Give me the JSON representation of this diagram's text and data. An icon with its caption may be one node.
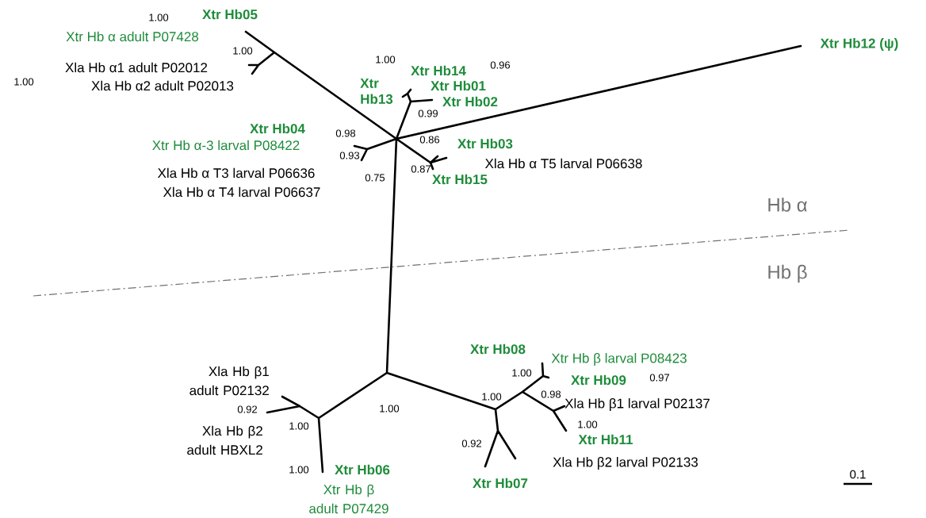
{
  "diagram": {
    "labels": [
      "1.00",
      "Xtr Hb05",
      "Xtr Hb α adult P07428",
      "1.00",
      "Xla Hb α1 adult P02012",
      "1.00",
      "Xla Hb α2 adult P02013",
      "1.00",
      "Xtr Hb13",
      "Xtr Hb14",
      "0.96",
      "Xtr Hb01",
      "Xtr Hb02",
      "0.99",
      "Xtr Hb12 (ψ)",
      "Xtr Hb04",
      "0.98",
      "Xtr Hb α-3 larval P08422",
      "0.93",
      "Xla Hb α T3 larval P06636",
      "0.75",
      "Xla Hb α T4 larval P06637",
      "0.86",
      "Xtr Hb03",
      "0.87",
      "Xla Hb α T5 larval P06638",
      "Xtr Hb15",
      "Hb α",
      "Hb β",
      "Xla Hb β1 adult P02132",
      "0.92",
      "Xla Hb β2 adult HBXL2",
      "1.00",
      "1.00",
      "1.00",
      "Xtr Hb06",
      "Xtr Hb β adult P07429",
      "Xtr Hb08",
      "Xtr Hb β larval P08423",
      "1.00",
      "Xtr Hb09",
      "0.97",
      "1.00",
      "0.98",
      "Xla Hb β1 larval P02137",
      "1.00",
      "Xtr Hb11",
      "0.92",
      "Xla Hb β2 larval P02133",
      "Xtr Hb07",
      "0.1"
    ]
  }
}
